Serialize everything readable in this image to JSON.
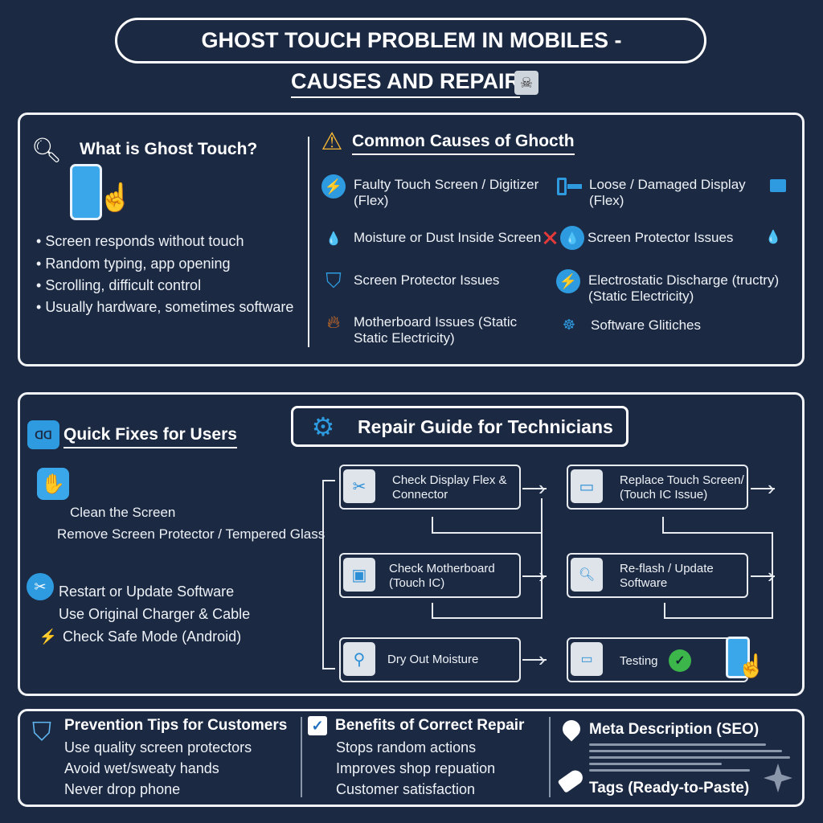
{
  "title": {
    "line1": "GHOST TOUCH PROBLEM IN MOBILES -",
    "line2": "CAUSES AND REPAIR"
  },
  "what": {
    "heading": "What is Ghost Touch?",
    "bullets": [
      "Screen responds without touch",
      "Random typing, app opening",
      "Scrolling, difficult control",
      "Usually hardware, sometimes software"
    ]
  },
  "causes": {
    "heading": "Common Causes of Ghocth",
    "left": [
      "Faulty Touch Screen / Digitizer (Flex)",
      "Moisture or Dust Inside Screen",
      "Screen Protector Issues",
      "Motherboard Issues (Static Static Electricity)"
    ],
    "right": [
      "Loose / Damaged Display (Flex)",
      "Screen Protector Issues",
      "Electrostatic Discharge (tructry) (Static Electricity)",
      "Software Glitiches"
    ]
  },
  "quick": {
    "heading": "Quick Fixes for Users",
    "items": [
      "Clean the Screen",
      "Remove Screen Protector / Tempered Glass",
      "Restart or Update Software",
      "Use Original Charger & Cable",
      "Check Safe Mode (Android)"
    ]
  },
  "repair": {
    "heading": "Repair Guide for Technicians",
    "steps": [
      "Check Display Flex & Connector",
      "Check Motherboard (Touch IC)",
      "Dry Out Moisture",
      "Replace Touch Screen/ (Touch IC Issue)",
      "Re-flash / Update Software",
      "Testing"
    ]
  },
  "prevention": {
    "heading": "Prevention Tips for Customers",
    "items": [
      "Use quality screen protectors",
      "Avoid wet/sweaty hands",
      "Never drop phone"
    ]
  },
  "benefits": {
    "heading": "Benefits of Correct Repair",
    "items": [
      "Stops random actions",
      "Improves shop repuation",
      "Customer satisfaction"
    ]
  },
  "seo": {
    "meta_heading": "Meta Description (SEO)",
    "tags_heading": "Tags (Ready-to-Paste)"
  },
  "colors": {
    "background": "#1b2943",
    "accent": "#2e9be0",
    "warning": "#f7b733",
    "success": "#3cb64a"
  }
}
